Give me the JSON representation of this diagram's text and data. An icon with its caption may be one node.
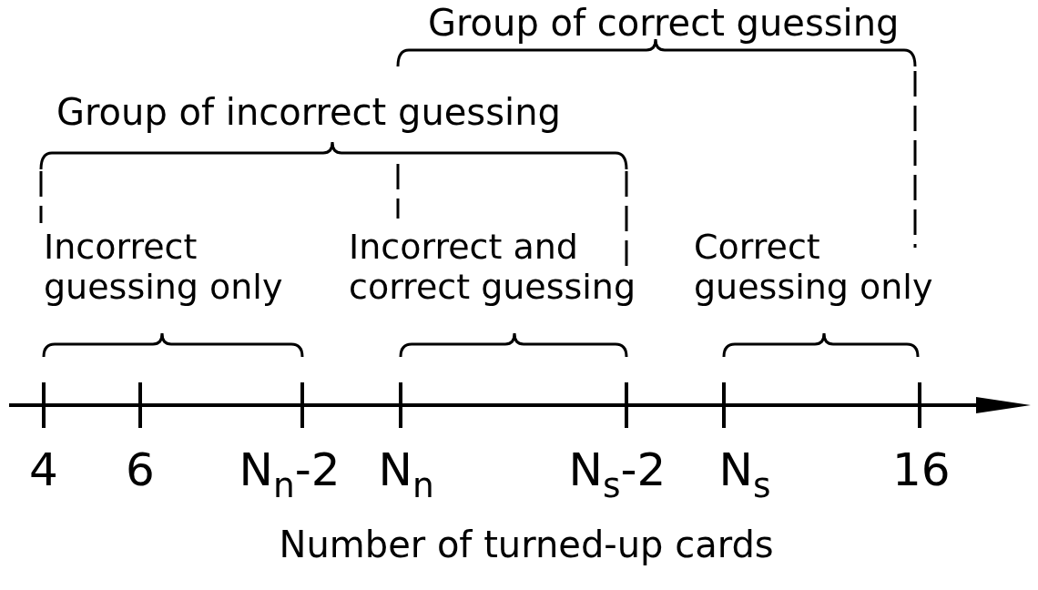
{
  "diagram": {
    "labels": [
      "Group of correct guessing",
      "Group of incorrect guessing",
      "Incorrect guessing only",
      "Incorrect and correct guessing",
      "Correct guessing only",
      "4",
      "6",
      "N$_{n}$-2",
      "N$_{n}$",
      "N$_{s}$-2",
      "N$_{s}$",
      "16",
      "Number of turned-up cards"
    ]
  }
}
